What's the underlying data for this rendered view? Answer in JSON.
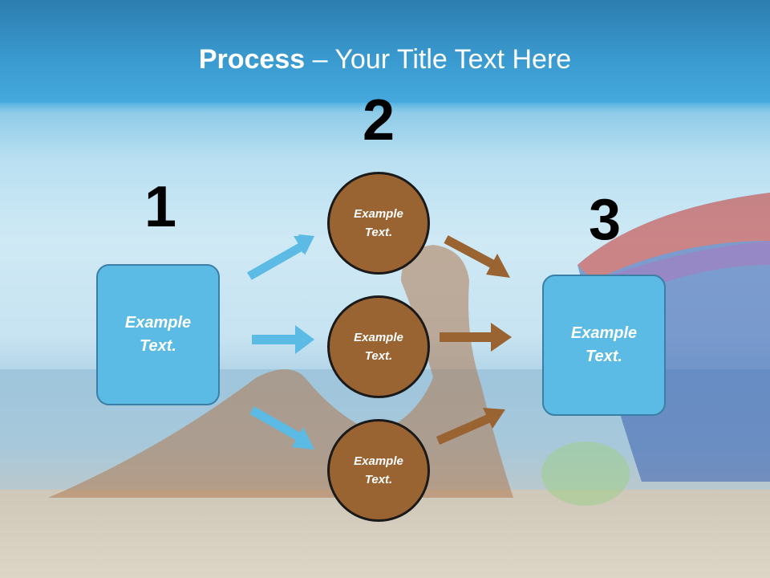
{
  "title": {
    "bold": "Process",
    "rest": " – Your Title Text Here"
  },
  "steps": [
    {
      "number": "1",
      "text": "Example\nText."
    },
    {
      "number": "2",
      "nodes": [
        "Example\nText.",
        "Example\nText.",
        "Example\nText."
      ]
    },
    {
      "number": "3",
      "text": "Example\nText."
    }
  ],
  "colors": {
    "box_fill": "#5bbbe4",
    "circle_fill": "#9a6332",
    "arrow_blue": "#5bbbe4",
    "arrow_brown": "#9a6332"
  }
}
